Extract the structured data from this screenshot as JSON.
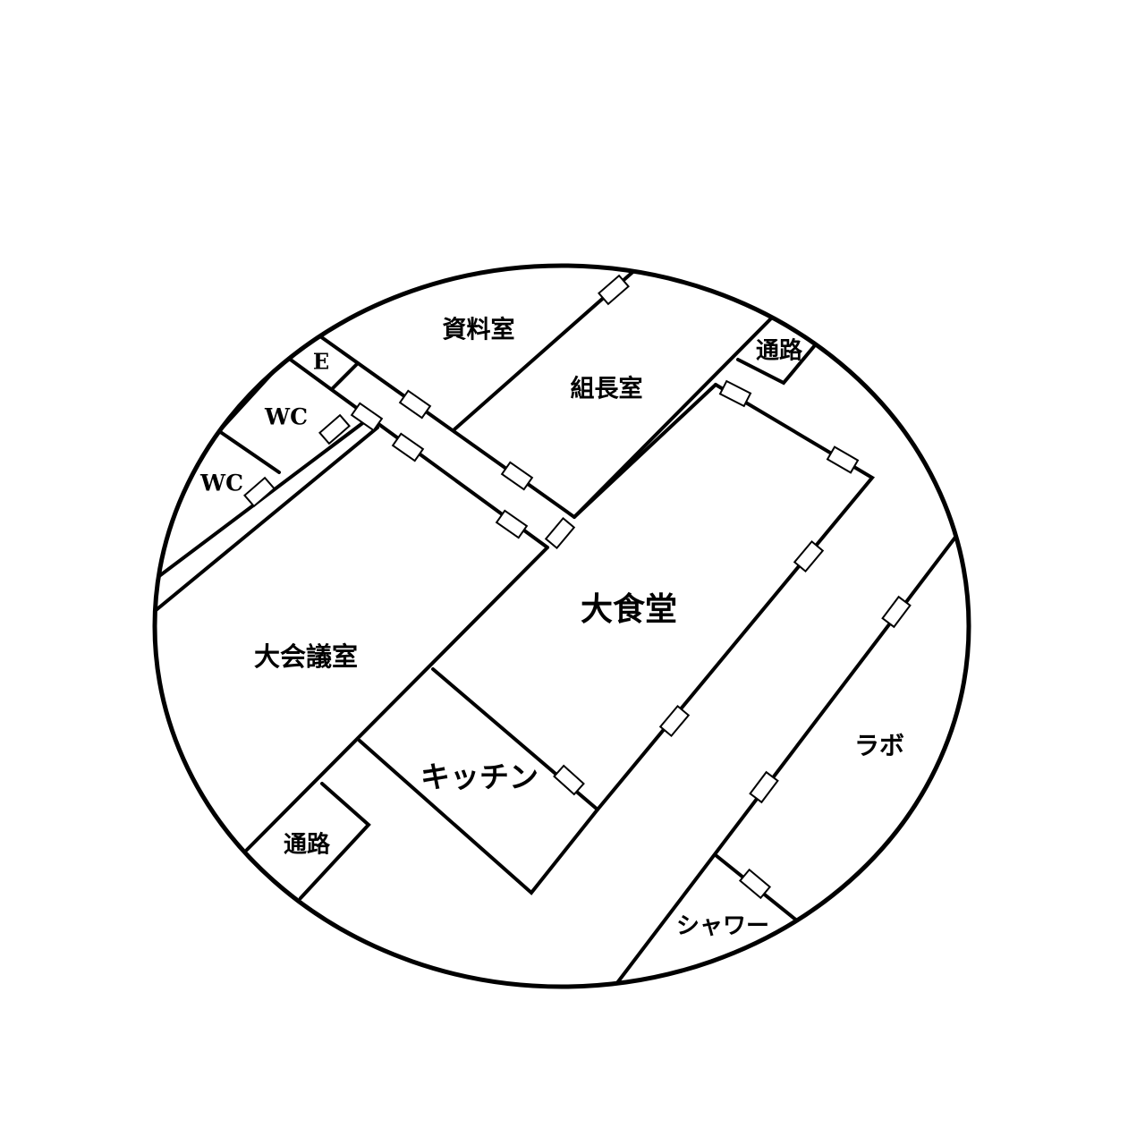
{
  "floor_plan": {
    "colors": {
      "wall": "#000000",
      "background": "#ffffff"
    },
    "rooms": [
      {
        "id": "shiryoshitsu",
        "name": "資料室"
      },
      {
        "id": "kumichoshitsu",
        "name": "組長室"
      },
      {
        "id": "tsuro-top",
        "name": "通路"
      },
      {
        "id": "elevator",
        "name": "E"
      },
      {
        "id": "wc-1",
        "name": "WC"
      },
      {
        "id": "wc-2",
        "name": "WC"
      },
      {
        "id": "daishokudo",
        "name": "大食堂"
      },
      {
        "id": "daikaigishitsu",
        "name": "大会議室"
      },
      {
        "id": "kitchen",
        "name": "キッチン"
      },
      {
        "id": "tsuro-bottom",
        "name": "通路"
      },
      {
        "id": "labo",
        "name": "ラボ"
      },
      {
        "id": "shower",
        "name": "シャワー"
      }
    ]
  }
}
